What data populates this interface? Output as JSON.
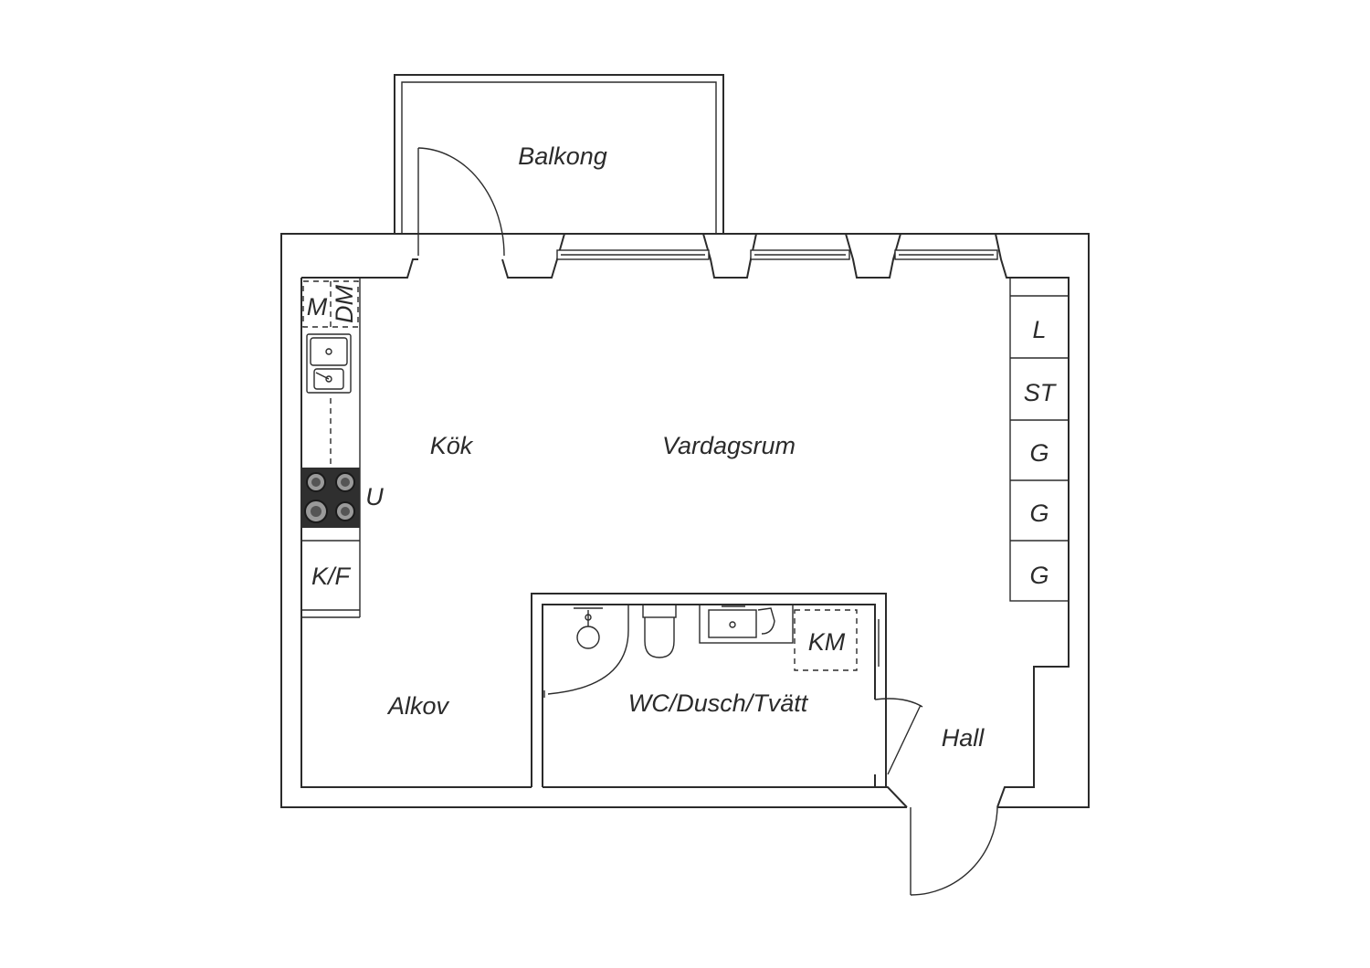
{
  "rooms": {
    "balkong": "Balkong",
    "kok": "Kök",
    "vardagsrum": "Vardagsrum",
    "alkov": "Alkov",
    "wc": "WC/Dusch/Tvätt",
    "hall": "Hall"
  },
  "fixtures": {
    "microwave": "M",
    "dishwasher": "DM",
    "oven": "U",
    "fridge_freezer": "K/F",
    "linen": "L",
    "storage": "ST",
    "wardrobe_1": "G",
    "wardrobe_2": "G",
    "wardrobe_3": "G",
    "washing_machine": "KM"
  },
  "colors": {
    "line": "#2b2b2b",
    "stove": "#2f2f2f",
    "background": "#ffffff"
  }
}
